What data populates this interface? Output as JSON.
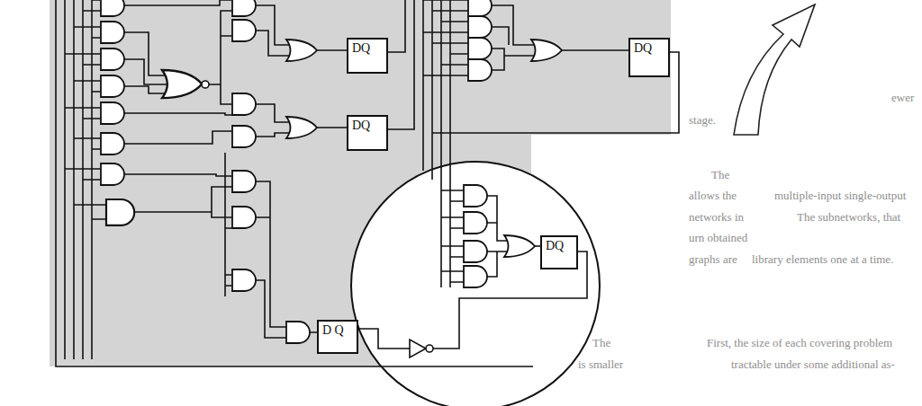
{
  "diagram": {
    "nodes": [
      {
        "text": [
          "DQ"
        ]
      },
      {
        "text": [
          "DQ"
        ]
      },
      {
        "text": [
          "DQ"
        ]
      },
      {
        "text": [
          "DQ"
        ]
      },
      {
        "text": [
          "D Q"
        ]
      }
    ],
    "labels": [
      "stage.",
      "ewer",
      "The",
      "allows the",
      "multiple-input single-output",
      "networks in",
      "The subnetworks, that",
      "urn obtained",
      "graphs are",
      "library elements one at a time.",
      "The",
      "First, the size of each covering problem",
      "is smaller",
      "tractable under some additional as-"
    ]
  }
}
